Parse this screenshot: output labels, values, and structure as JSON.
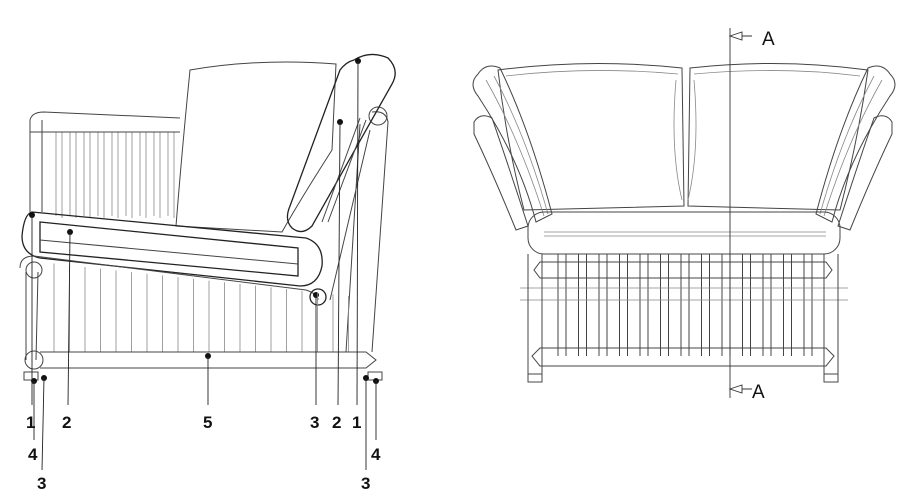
{
  "side_view": {
    "callouts": [
      {
        "id": "c1a",
        "text": "1"
      },
      {
        "id": "c2a",
        "text": "2"
      },
      {
        "id": "c5",
        "text": "5"
      },
      {
        "id": "c3a",
        "text": "3"
      },
      {
        "id": "c2b",
        "text": "2"
      },
      {
        "id": "c1b",
        "text": "1"
      },
      {
        "id": "c4a",
        "text": "4"
      },
      {
        "id": "c4b",
        "text": "4"
      },
      {
        "id": "c3b",
        "text": "3"
      },
      {
        "id": "c3c",
        "text": "3"
      }
    ]
  },
  "front_view": {
    "section_top": "A",
    "section_bottom": "A"
  },
  "colors": {
    "line": "#444444",
    "hatch_fill": "#c8c8c8",
    "cushion_fill": "#e2e2e2",
    "background": "#ffffff"
  }
}
